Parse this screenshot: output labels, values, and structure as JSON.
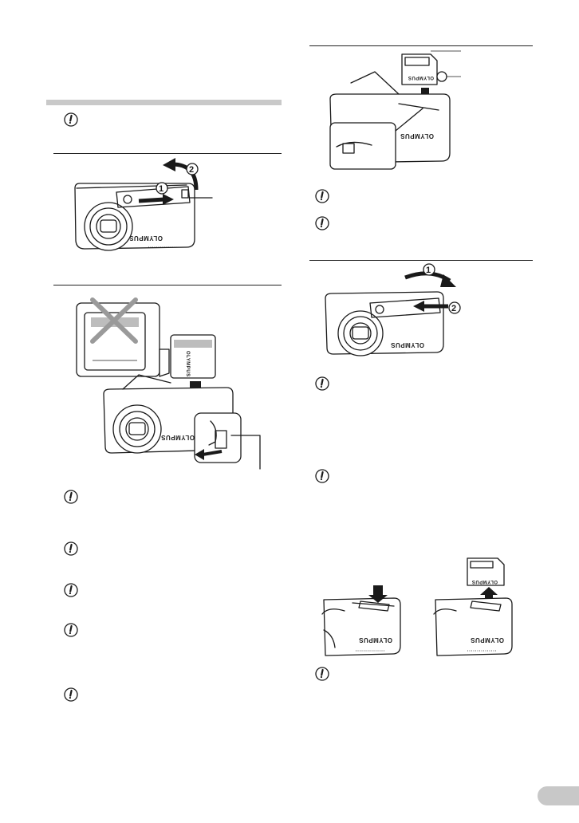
{
  "page": {
    "tab_label": "",
    "camera_brand": "OLYMPUS",
    "card_brand": "OLYMPUS"
  },
  "step_numbers": [
    "1",
    "2"
  ],
  "icons": {
    "caution": "caution-exclamation-icon",
    "prohibited": "cross-icon",
    "arrow": "arrow-icon"
  },
  "colors": {
    "section_bar": "#c9c9c9",
    "page_tab": "#c8c8c8",
    "ink": "#1a1a1a"
  }
}
